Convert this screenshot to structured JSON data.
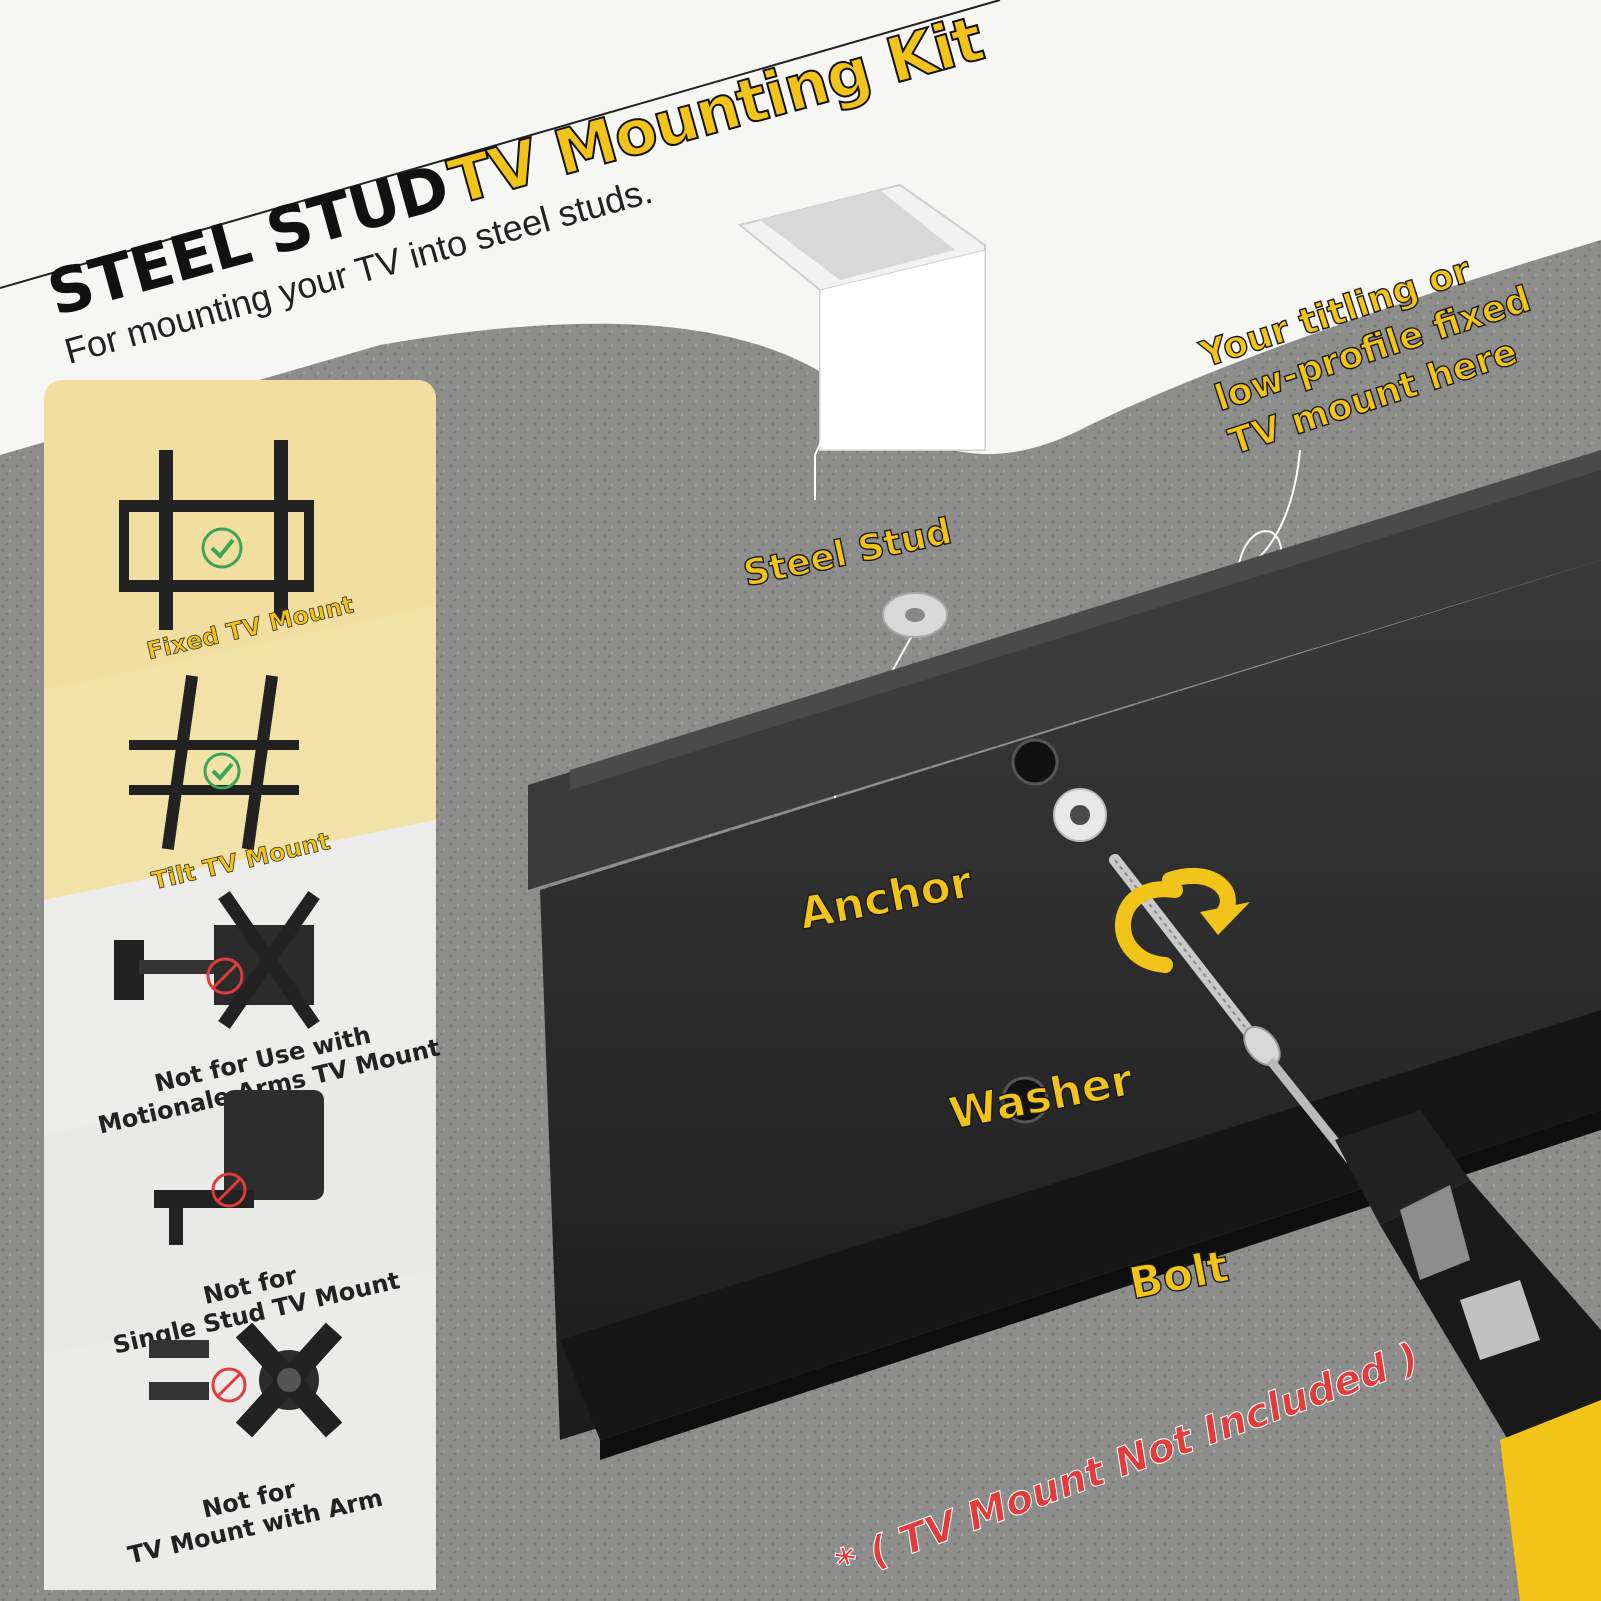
{
  "heading": {
    "title_part1": "STEEL STUD",
    "title_part2": "TV Mounting Kit",
    "subtitle": "For mounting your TV into steel studs."
  },
  "callouts": {
    "steel_stud": "Steel Stud",
    "anchor": "Anchor",
    "washer": "Washer",
    "bolt": "Bolt",
    "mount_here_line1": "Your titling or",
    "mount_here_line2": "low-profile fixed",
    "mount_here_line3": "TV mount here"
  },
  "note": "* ( TV Mount Not Included )",
  "compatibility": [
    {
      "line1": "Fixed TV Mount",
      "line2": "",
      "status": "compatible",
      "icon": "check-icon"
    },
    {
      "line1": "Tilt TV Mount",
      "line2": "",
      "status": "compatible",
      "icon": "check-icon"
    },
    {
      "line1": "Not for Use with",
      "line2": "Motionale Arms TV Mount",
      "status": "not-compatible",
      "icon": "prohibited-icon"
    },
    {
      "line1": "Not for",
      "line2": "Single Stud TV Mount",
      "status": "not-compatible",
      "icon": "prohibited-icon"
    },
    {
      "line1": "Not for",
      "line2": "TV Mount with Arm",
      "status": "not-compatible",
      "icon": "prohibited-icon"
    }
  ],
  "colors": {
    "accent_yellow": "#f2c318",
    "concrete": "#8f8f8d",
    "rail": "#2b2b2b",
    "warning_red": "#e23b3b",
    "compatible_green": "#3aa655"
  }
}
